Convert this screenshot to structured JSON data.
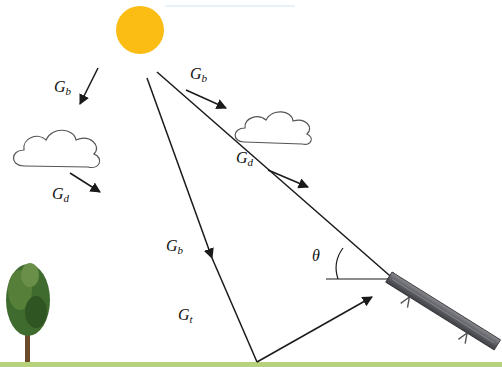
{
  "diagram": {
    "labels": [
      "Gb",
      "Gb",
      "Gd",
      "Gd",
      "Gb",
      "θ",
      "Gt"
    ]
  }
}
